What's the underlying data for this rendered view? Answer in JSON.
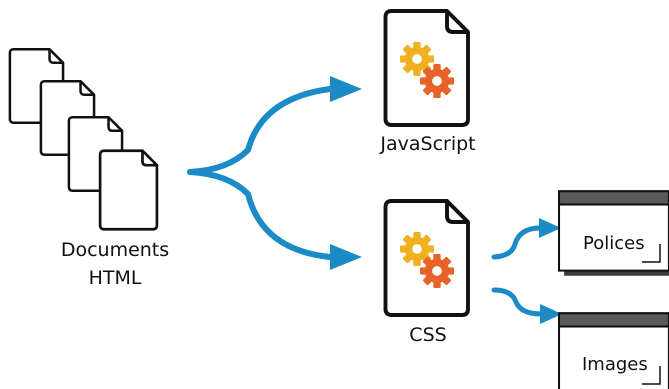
{
  "documents": {
    "line1": "Documents",
    "line2": "HTML"
  },
  "javascript": {
    "label": "JavaScript"
  },
  "css": {
    "label": "CSS"
  },
  "outputs": [
    {
      "label": "Polices"
    },
    {
      "label": "Images"
    }
  ],
  "colors": {
    "arrow": "#1b8ac6",
    "stroke": "#111111",
    "gear_primary": "#f0b020",
    "gear_secondary": "#e8632a",
    "box_header": "#5a5a5a"
  }
}
